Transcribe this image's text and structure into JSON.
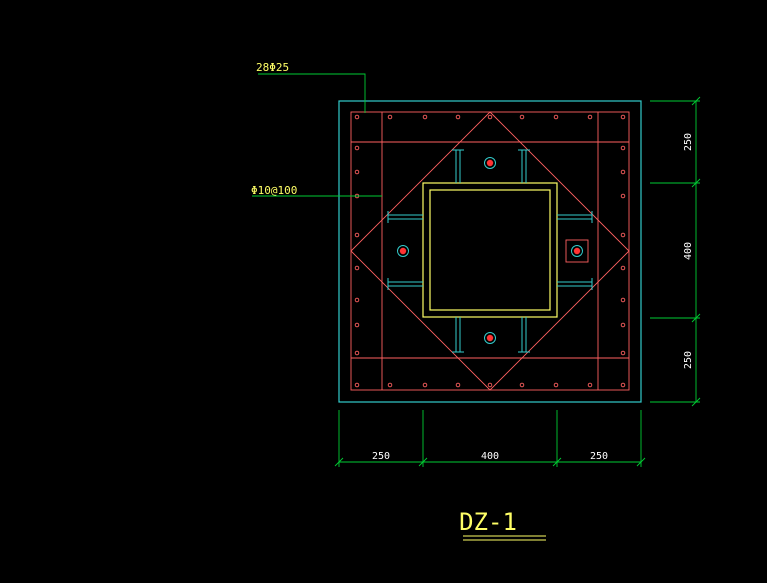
{
  "drawing": {
    "title": "DZ-1",
    "callouts": {
      "longitudinal_bars": "28Φ25",
      "stirrups": "Φ10@100"
    },
    "dims_bottom": [
      "250",
      "400",
      "250"
    ],
    "dims_right": [
      "250",
      "400",
      "250"
    ]
  },
  "colors": {
    "background": "#000000",
    "outline": "#33cccc",
    "rebar": "#ff6060",
    "steel_box": "#ffff66",
    "steel_studs": "#33cccc",
    "dimension": "#00cc33",
    "leader": "#00cc33",
    "text": "#ffff66",
    "bolt_center": "#ff3333",
    "bolt_ring": "#33cccc"
  }
}
